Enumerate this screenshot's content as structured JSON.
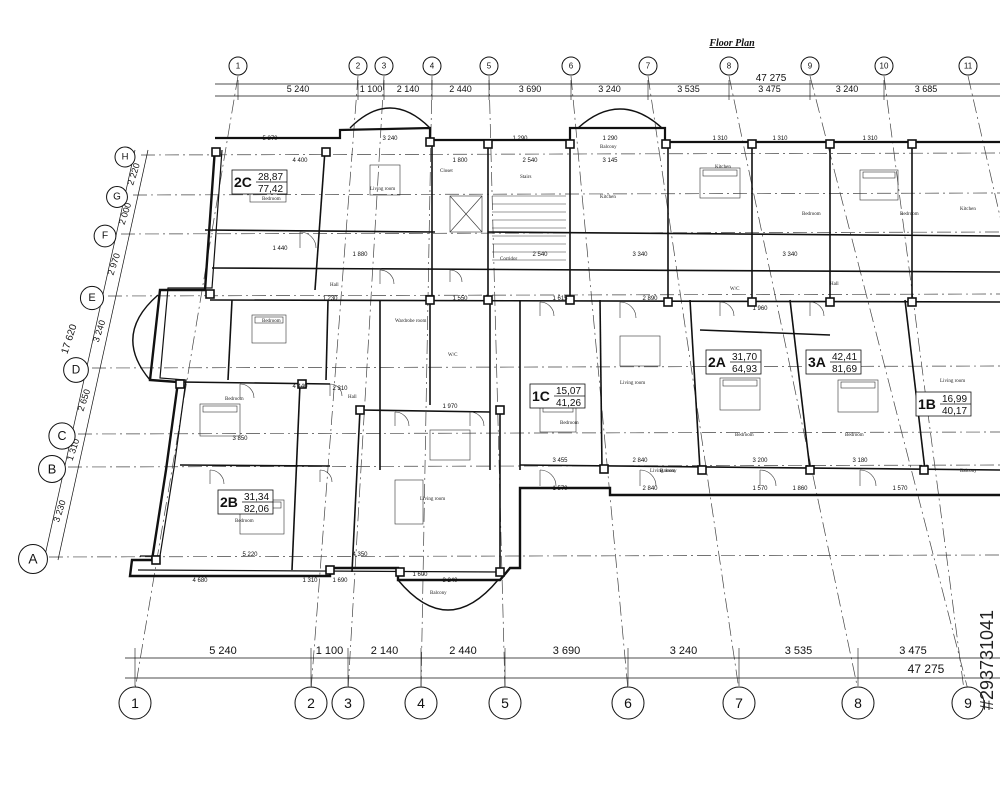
{
  "title": "Floor Plan",
  "total_width_top": "47 275",
  "total_width_bottom": "47 275",
  "axes_numbered_top": [
    "1",
    "2",
    "3",
    "4",
    "5",
    "6",
    "7",
    "8",
    "9",
    "10",
    "11"
  ],
  "axes_numbered_bottom": [
    "1",
    "2",
    "3",
    "4",
    "5",
    "6",
    "7",
    "8",
    "9"
  ],
  "axes_lettered": [
    "H",
    "G",
    "F",
    "E",
    "D",
    "C",
    "B",
    "A"
  ],
  "dims_top": [
    "5 240",
    "1 100",
    "2 140",
    "2 440",
    "3 690",
    "3 240",
    "3 535",
    "3 475",
    "3 240",
    "3 685"
  ],
  "dims_bottom": [
    "5 240",
    "1 100",
    "2 140",
    "2 440",
    "3 690",
    "3 240",
    "3 535",
    "3 475"
  ],
  "dims_left": [
    "2 220",
    "2 000",
    "2 970",
    "3 240",
    "2 650",
    "1 310",
    "3 230"
  ],
  "dims_left_total": "17 620",
  "units": [
    {
      "code": "2C",
      "living": "28,87",
      "total": "77,42"
    },
    {
      "code": "2B",
      "living": "31,34",
      "total": "82,06"
    },
    {
      "code": "1C",
      "living": "15,07",
      "total": "41,26"
    },
    {
      "code": "2A",
      "living": "31,70",
      "total": "64,93"
    },
    {
      "code": "3A",
      "living": "42,41",
      "total": "81,69"
    },
    {
      "code": "1B",
      "living": "16,99",
      "total": "40,17"
    }
  ],
  "room_labels": [
    "Bedroom",
    "Living room",
    "Kitchen",
    "Hall",
    "Corridor",
    "W/C",
    "Balcony",
    "Wardrobe room",
    "Closet",
    "Stairs",
    "Bedroom",
    "Living room",
    "Bedroom",
    "Hall",
    "Bedroom",
    "Balcony",
    "Living room",
    "Bedroom",
    "Bedroom",
    "Living room",
    "Bedroom",
    "Balcony",
    "Kitchen",
    "Bedroom",
    "Bedroom",
    "Kitchen",
    "Hall",
    "W/C",
    "Balcony",
    "Living room"
  ],
  "stock_id": "#293731041"
}
